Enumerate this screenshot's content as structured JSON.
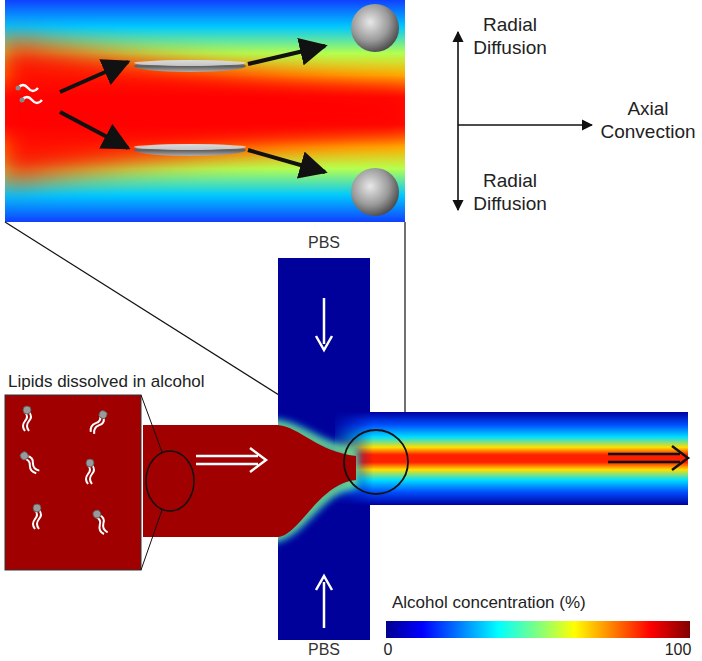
{
  "diagram": {
    "labels": [
      "Radial Diffusion",
      "Axial Convection",
      "Radial Diffusion",
      "PBS",
      "Lipids dissolved in alcohol",
      "PBS",
      "Alcohol concentration (%)",
      "0",
      "100"
    ]
  }
}
